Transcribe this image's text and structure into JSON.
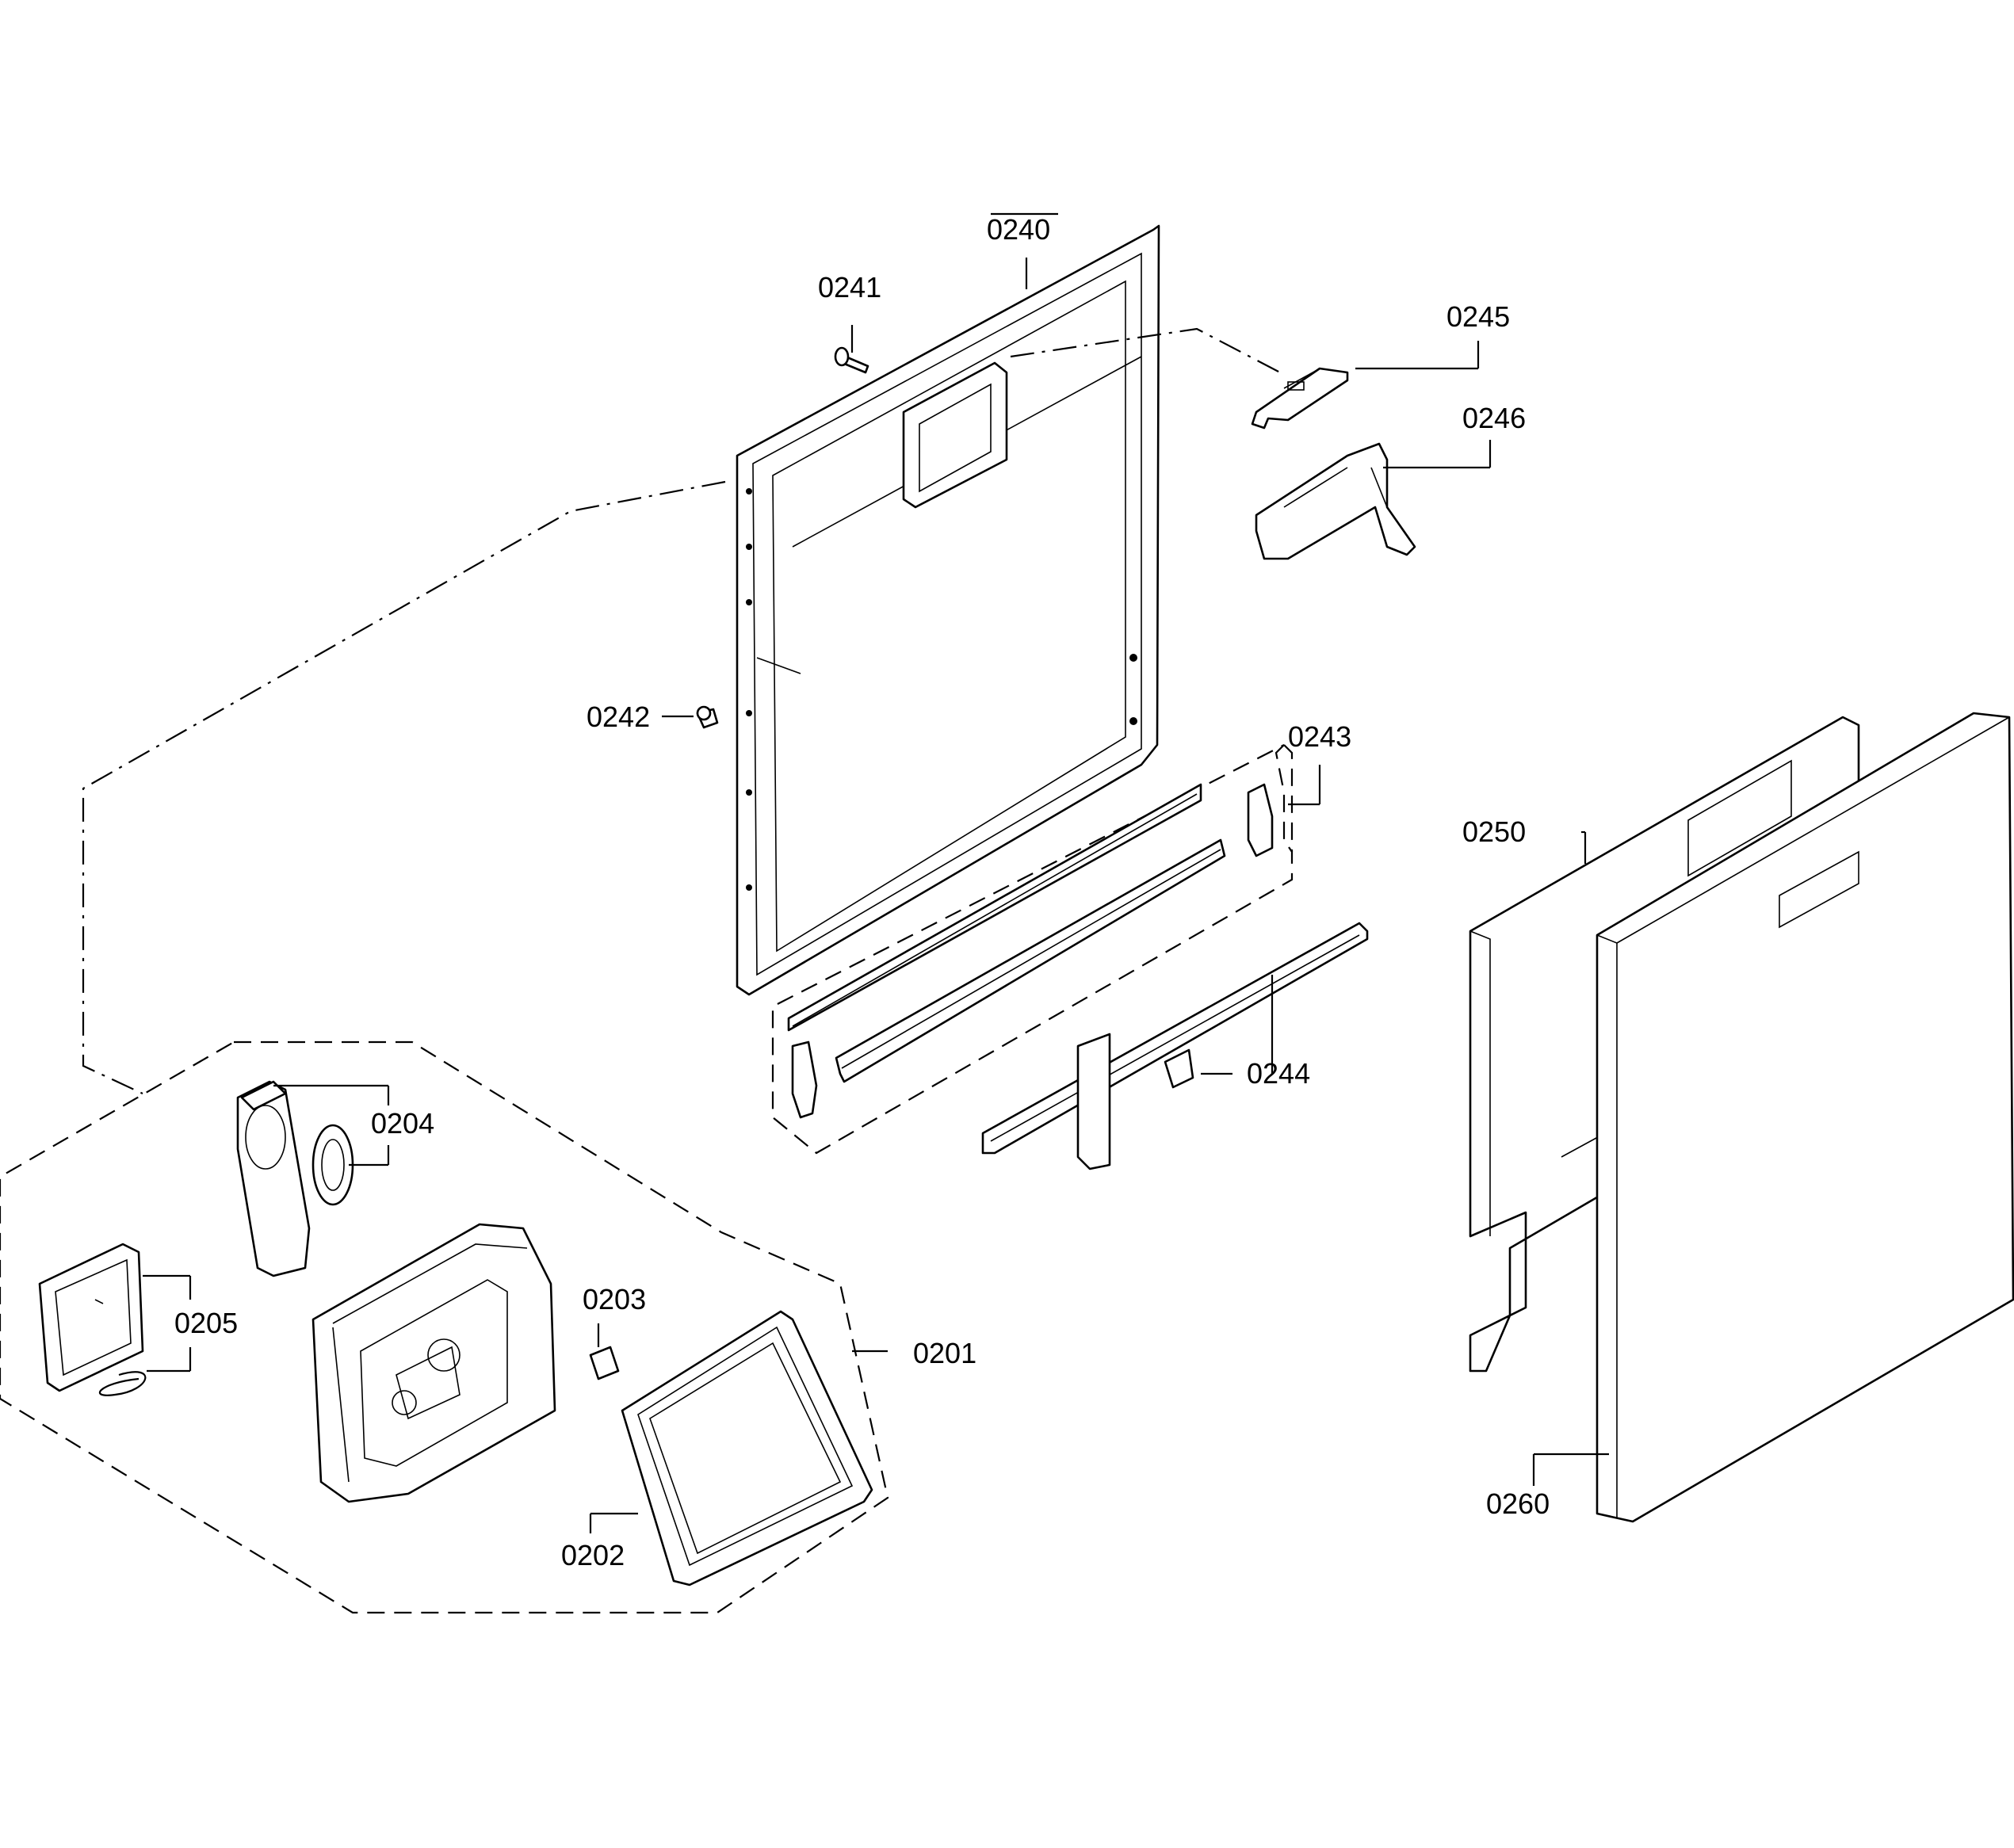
{
  "diagram": {
    "labels": {
      "p0240": "0240",
      "p0241": "0241",
      "p0242": "0242",
      "p0243": "0243",
      "p0244": "0244",
      "p0245": "0245",
      "p0246": "0246",
      "p0250": "0250",
      "p0260": "0260",
      "p0201": "0201",
      "p0202": "0202",
      "p0203": "0203",
      "p0204": "0204",
      "p0205": "0205"
    }
  }
}
